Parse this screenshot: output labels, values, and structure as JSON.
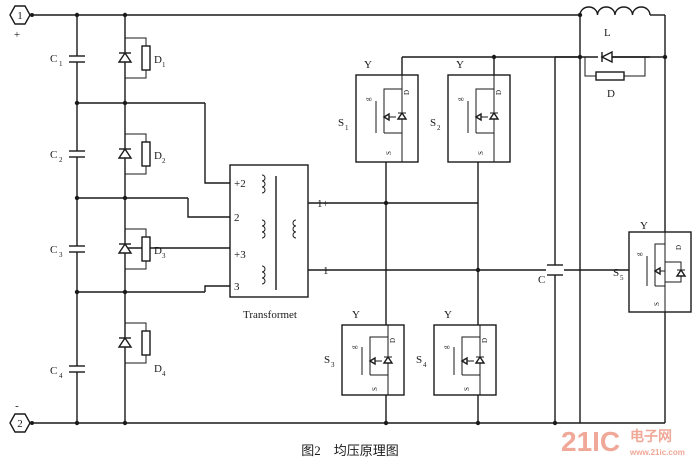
{
  "terminals": {
    "t1": "1",
    "t1_sign": "+",
    "t2": "2",
    "t2_sign": "-"
  },
  "inductor": "L",
  "diode_main": "D",
  "capacitors": [
    {
      "letter": "C",
      "sub": "1"
    },
    {
      "letter": "C",
      "sub": "2"
    },
    {
      "letter": "C",
      "sub": "3"
    },
    {
      "letter": "C",
      "sub": "4"
    }
  ],
  "diodes": [
    {
      "letter": "D",
      "sub": "1"
    },
    {
      "letter": "D",
      "sub": "2"
    },
    {
      "letter": "D",
      "sub": "3"
    },
    {
      "letter": "D",
      "sub": "4"
    }
  ],
  "transformer": {
    "caption": "Transformet",
    "left_pins": [
      "+2",
      "2",
      "+3",
      "3"
    ],
    "right_pins": [
      "1+",
      "1"
    ]
  },
  "switches": [
    {
      "letter": "S",
      "sub": "1",
      "gate": "Y",
      "pin_g": "g",
      "pin_d": "D",
      "pin_s": "S"
    },
    {
      "letter": "S",
      "sub": "2",
      "gate": "Y",
      "pin_g": "g",
      "pin_d": "D",
      "pin_s": "S"
    },
    {
      "letter": "S",
      "sub": "3",
      "gate": "Y",
      "pin_g": "g",
      "pin_d": "D",
      "pin_s": "S"
    },
    {
      "letter": "S",
      "sub": "4",
      "gate": "Y",
      "pin_g": "g",
      "pin_d": "D",
      "pin_s": "S"
    },
    {
      "letter": "S",
      "sub": "5",
      "gate": "Y",
      "pin_g": "g",
      "pin_d": "D",
      "pin_s": "S"
    }
  ],
  "cap_c": "C",
  "figure_caption": "图2　均压原理图",
  "watermark": {
    "main": "21IC",
    "cn": "电子网",
    "url": "www.21ic.com",
    "color": "#f0a898"
  }
}
